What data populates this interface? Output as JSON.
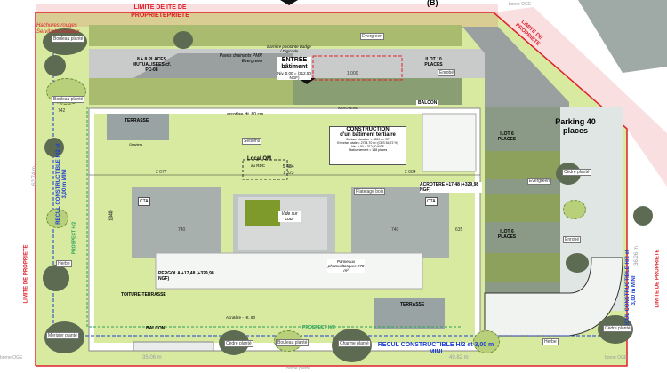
{
  "header": {
    "marker": "(B)",
    "limit_top": "LIMITE DE ITE DE PROPRIETEPRIETE"
  },
  "labels": {
    "hachures": "Hachures rouges",
    "servitude": "Servitude réseaux",
    "places_mutual": "8 + 8 PLACES MUTUALISEES cf. PC-08",
    "paves": "Pavés drainants PMR Evergreen",
    "barriere": "Barrière pivotante Badge / Digicode",
    "entree_title": "ENTRÉE bâtiment",
    "entree_niv": "Niv. 0,00 = (312,50 NGF)",
    "ilot10": "ILOT 10 PLACES",
    "enrobe": "Enrobé",
    "evergreen": "Evergreen",
    "balcon": "BALCON",
    "acrotere_top": "ACROTERE",
    "acrotere_h80": "acrotère Ht. 80 cm",
    "terrasse": "TERRASSE",
    "graviers": "Graviers",
    "sedums": "Sédums",
    "local_om": "Local OM",
    "local_om_sub": "au RDC",
    "dim_5484": "5 484",
    "dim_1323": "1 323",
    "dim_2077": "2 077",
    "dim_2084": "2 084",
    "dim_1000": "1 000",
    "parking": "Parking 40 places",
    "ilot6a": "ILOT 6 PLACES",
    "ilot6b": "ILOT 6 PLACES",
    "acrotere_right": "ACROTERE +17,48 (+329,98 NGF)",
    "cta": "CTA",
    "vide": "Vide sur cour",
    "platelage": "Platelage bois",
    "pergola": "PERGOLA +17,48 (+329,98 NGF)",
    "panneaux": "Panneaux photovoltaïques 270 m²",
    "toiture": "TOITURE-TERRASSE",
    "acrotere_h80b": "Acrotère - Ht. 80",
    "prospect": "PROSPECT H/2",
    "recul_bottom": "RECUL CONSTRUCTIBLE H/2 et 3,00 m MINI",
    "recul_left": "RECUL CONSTRUCTIBLE H/2 et 3,00 m MINI",
    "recul_right": "RECUL CONSTRUCTIBLE H/2 et 3,00 m MINI",
    "limite_left": "LIMITE DE PROPRIETE",
    "limite_right": "LIMITE DE PROPRIETE",
    "limite_diag": "LIMITE DE PROPRIETE",
    "dim_3506": "35.06 m",
    "dim_4982": "49.82 m",
    "dim_3626": "36.26 m",
    "dim_6274": "62.74 m",
    "borne_oge": "borne OGE",
    "borne_pierre": "borne pierre",
    "herbe": "Herbe",
    "dim_740": "740",
    "dim_635": "635",
    "dim_1340": "1340",
    "dim_742": "742"
  },
  "construction": {
    "title": "CONSTRUCTION",
    "subtitle": "d'un bâtiment tertiaire",
    "lines": [
      "Surface plancher = 6329 m² SP",
      "Emprise totale = 2734,70 m² (CES 54,72 %)",
      "Niv. 0,00 = 312,50 NGF",
      "Stationnement = 188 places"
    ]
  },
  "trees": {
    "cedre": "Cèdre planté",
    "bouleau": "Bouleau planté",
    "merisier": "Merisier planté",
    "charme": "Charme planté"
  },
  "colors": {
    "limit": "#e0202a",
    "recul": "#1d3fd0",
    "prospect": "#2aa05a",
    "lawn": "#d8eaa0",
    "parking": "#8ea15c",
    "road": "#9aa0a0"
  }
}
